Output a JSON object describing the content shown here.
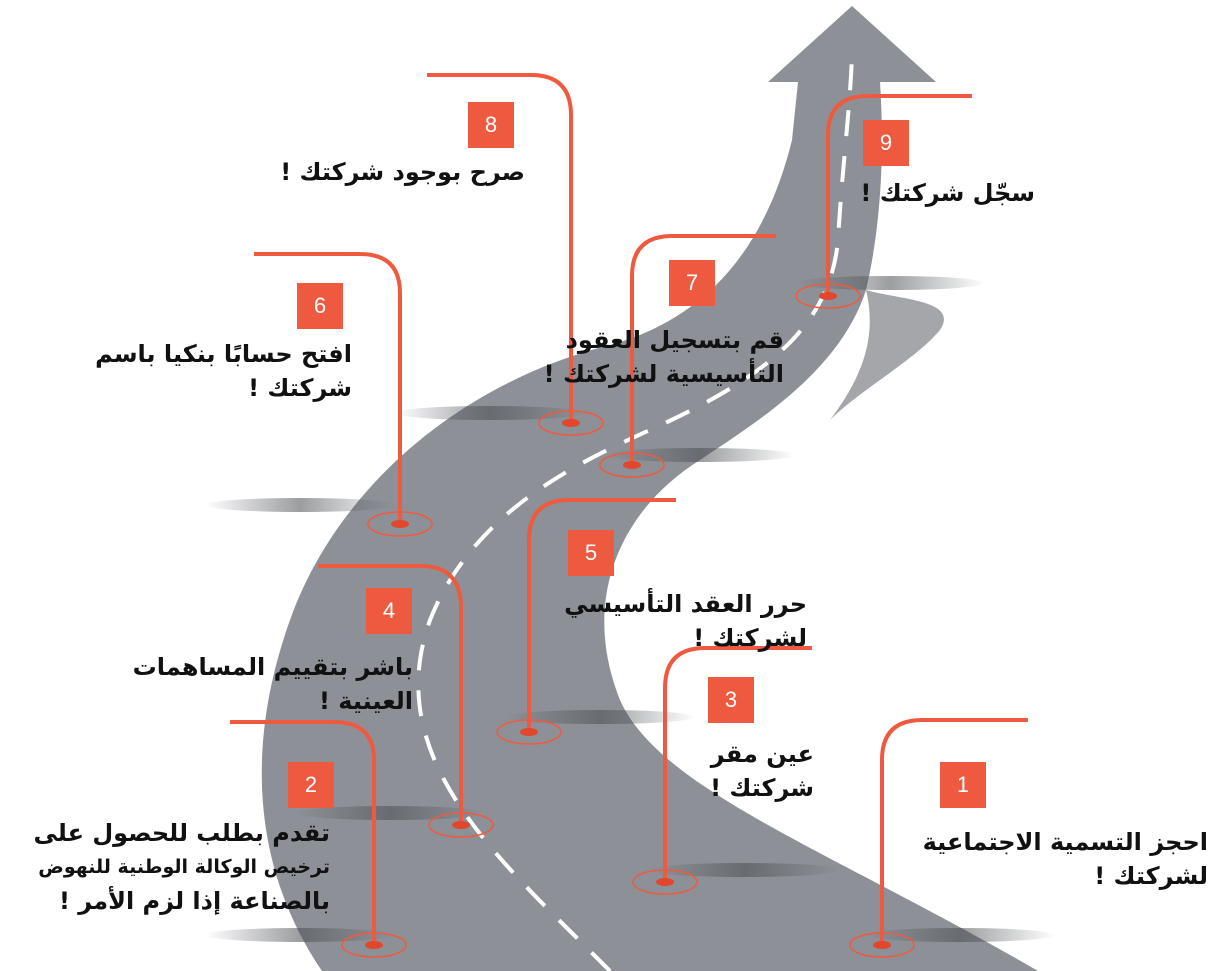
{
  "colors": {
    "road": "#8d9197",
    "accent": "#ee5a40",
    "text": "#111111",
    "dash": "#ffffff"
  },
  "steps": [
    {
      "number": "1",
      "lines": [
        "احجز التسمية الاجتماعية",
        "لشركتك !"
      ]
    },
    {
      "number": "2",
      "lines": [
        "تقدم بطلب للحصول على",
        "ترخيص الوكالة الوطنية للنهوض",
        "بالصناعة إذا لزم الأمر !"
      ]
    },
    {
      "number": "3",
      "lines": [
        "عين مقر",
        "شركتك !"
      ]
    },
    {
      "number": "4",
      "lines": [
        "باشر بتقييم المساهمات",
        "العينية !"
      ]
    },
    {
      "number": "5",
      "lines": [
        "حرر العقد التأسيسي",
        "لشركتك !"
      ]
    },
    {
      "number": "6",
      "lines": [
        "افتح حسابًا بنكيا باسم",
        "شركتك !"
      ]
    },
    {
      "number": "7",
      "lines": [
        "قم بتسجيل العقود",
        "التأسيسية لشركتك !"
      ]
    },
    {
      "number": "8",
      "lines": [
        "صرح بوجود شركتك !"
      ]
    },
    {
      "number": "9",
      "lines": [
        "سجّل شركتك !"
      ]
    }
  ]
}
